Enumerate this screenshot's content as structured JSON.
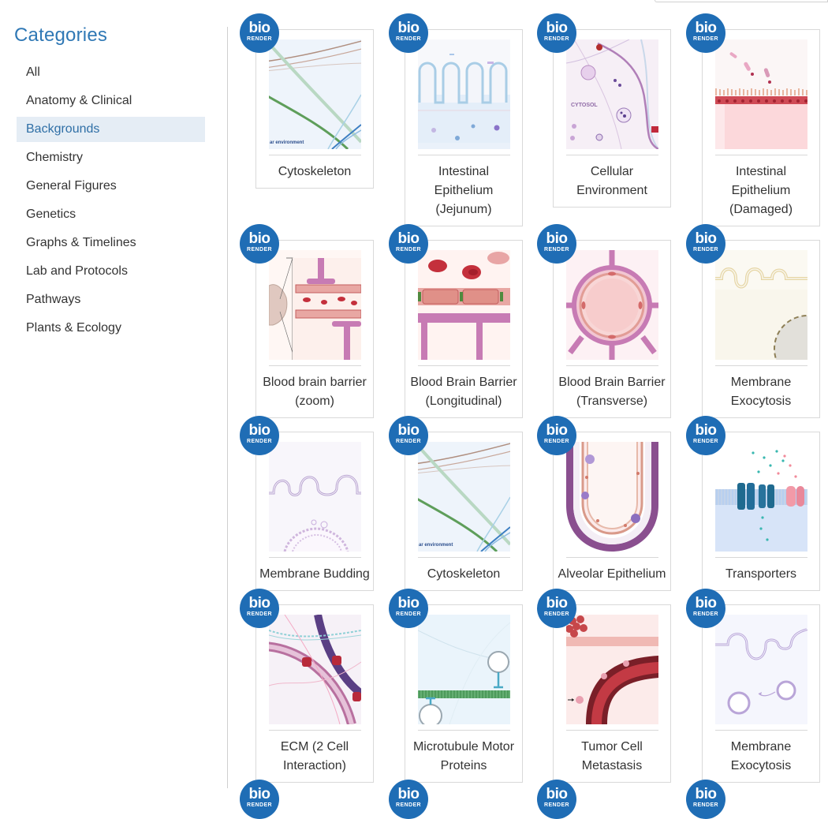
{
  "sidebar": {
    "title": "Categories",
    "items": [
      {
        "label": "All"
      },
      {
        "label": "Anatomy & Clinical"
      },
      {
        "label": "Backgrounds",
        "active": true
      },
      {
        "label": "Chemistry"
      },
      {
        "label": "General Figures"
      },
      {
        "label": "Genetics"
      },
      {
        "label": "Graphs & Timelines"
      },
      {
        "label": "Lab and Protocols"
      },
      {
        "label": "Pathways"
      },
      {
        "label": "Plants & Ecology"
      }
    ]
  },
  "badge": {
    "line1": "bio",
    "line2": "RENDER"
  },
  "colors": {
    "accent": "#2f78b5",
    "badge": "#1f6db5",
    "active_bg": "#e5edf5"
  },
  "cards": [
    {
      "title": "Cytoskeleton",
      "lines": [
        "Cytoskeleton"
      ],
      "thumb": "cytoskeleton",
      "caption": "ar environment"
    },
    {
      "title": "Intestinal Epithelium (Jejunum)",
      "lines": [
        "Intestinal",
        "Epithelium",
        "(Jejunum)"
      ],
      "thumb": "jejunum"
    },
    {
      "title": "Cellular Environment",
      "lines": [
        "Cellular",
        "Environment"
      ],
      "thumb": "cellular",
      "caption": "CYTOSOL"
    },
    {
      "title": "Intestinal Epithelium (Damaged)",
      "lines": [
        "Intestinal",
        "Epithelium",
        "(Damaged)"
      ],
      "thumb": "damaged"
    },
    {
      "title": "Blood brain barrier (zoom)",
      "lines": [
        "Blood brain barrier",
        "(zoom)"
      ],
      "thumb": "bbb-zoom"
    },
    {
      "title": "Blood Brain Barrier (Longitudinal)",
      "lines": [
        "Blood Brain Barrier",
        "(Longitudinal)"
      ],
      "thumb": "bbb-long"
    },
    {
      "title": "Blood Brain Barrier (Transverse)",
      "lines": [
        "Blood Brain Barrier",
        "(Transverse)"
      ],
      "thumb": "bbb-trans"
    },
    {
      "title": "Membrane Exocytosis",
      "lines": [
        "Membrane",
        "Exocytosis"
      ],
      "thumb": "exocytosis"
    },
    {
      "title": "Membrane Budding",
      "lines": [
        "Membrane Budding"
      ],
      "thumb": "budding"
    },
    {
      "title": "Cytoskeleton",
      "lines": [
        "Cytoskeleton"
      ],
      "thumb": "cytoskeleton",
      "caption": "ar environment"
    },
    {
      "title": "Alveolar Epithelium",
      "lines": [
        "Alveolar Epithelium"
      ],
      "thumb": "alveolar"
    },
    {
      "title": "Transporters",
      "lines": [
        "Transporters"
      ],
      "thumb": "transporters"
    },
    {
      "title": "ECM (2 Cell Interaction)",
      "lines": [
        "ECM (2 Cell",
        "Interaction)"
      ],
      "thumb": "ecm"
    },
    {
      "title": "Microtubule Motor Proteins",
      "lines": [
        "Microtubule Motor",
        "Proteins"
      ],
      "thumb": "microtubule"
    },
    {
      "title": "Tumor Cell Metastasis",
      "lines": [
        "Tumor Cell",
        "Metastasis"
      ],
      "thumb": "tumor"
    },
    {
      "title": "Membrane Exocytosis",
      "lines": [
        "Membrane",
        "Exocytosis"
      ],
      "thumb": "exocytosis2"
    }
  ]
}
